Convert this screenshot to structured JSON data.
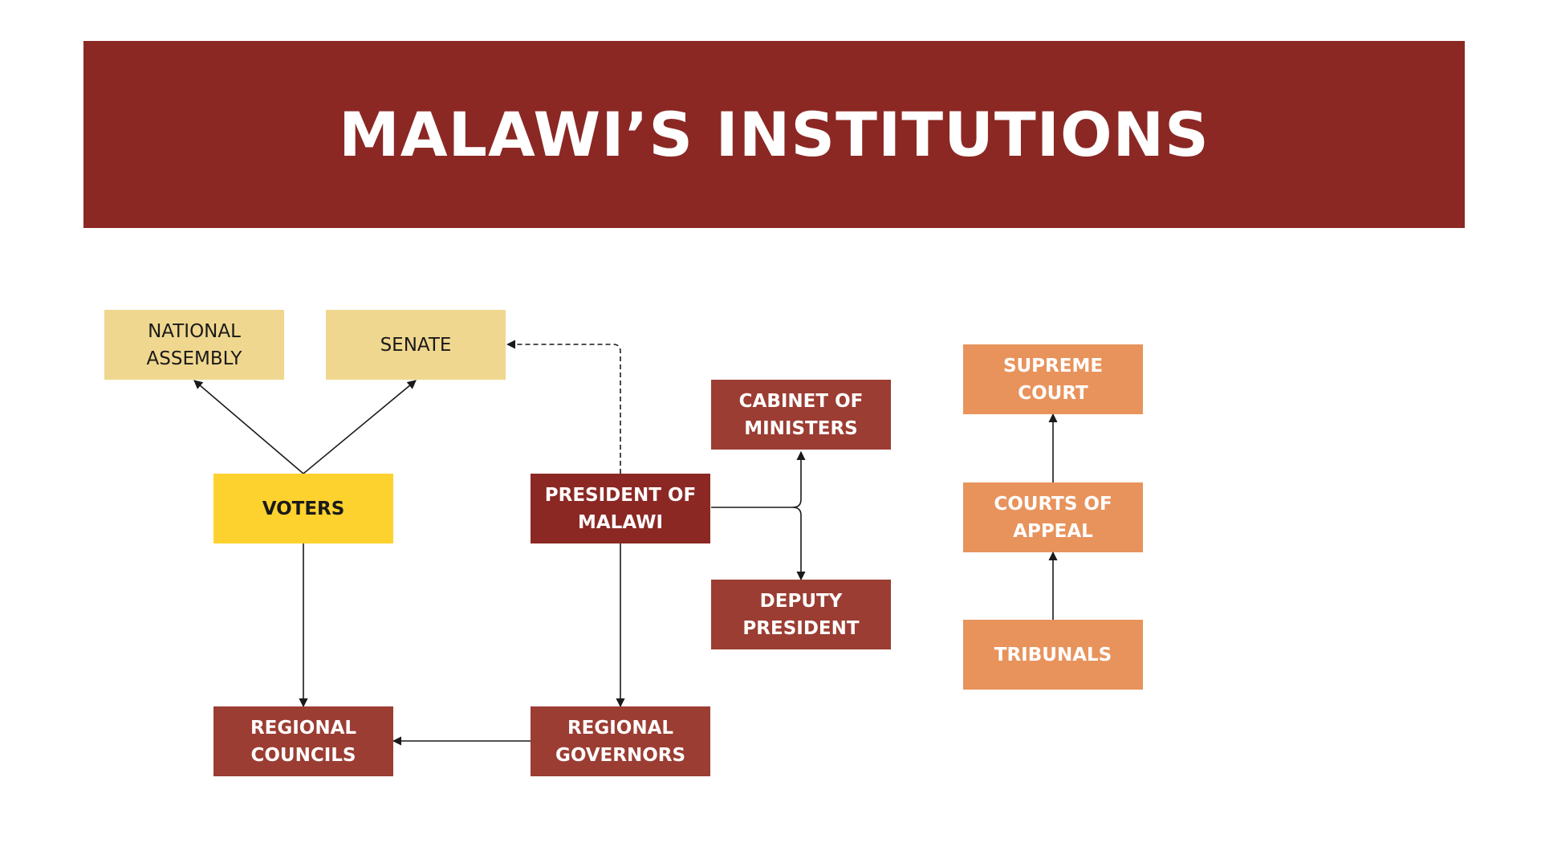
{
  "title": "MALAWI’S INSTITUTIONS",
  "nodes": {
    "national_assembly": "NATIONAL\nASSEMBLY",
    "senate": "SENATE",
    "voters": "VOTERS",
    "president": "PRESIDENT OF\nMALAWI",
    "cabinet": "CABINET OF\nMINISTERS",
    "deputy_president": "DEPUTY\nPRESIDENT",
    "regional_councils": "REGIONAL\nCOUNCILS",
    "regional_governors": "REGIONAL\nGOVERNORS",
    "supreme_court": "SUPREME COURT",
    "courts_of_appeal": "COURTS OF\nAPPEAL",
    "tribunals": "TRIBUNALS"
  },
  "colors": {
    "banner": "#8b2824",
    "legislature": "#f0d78f",
    "voters": "#fed22e",
    "president": "#8b2824",
    "executive": "#9b3d33",
    "judiciary": "#e8935c",
    "connector": "#1a1a1a"
  },
  "edges": [
    {
      "from": "voters",
      "to": "national_assembly",
      "style": "solid"
    },
    {
      "from": "voters",
      "to": "senate",
      "style": "solid"
    },
    {
      "from": "president",
      "to": "senate",
      "style": "dashed"
    },
    {
      "from": "president",
      "to": "cabinet",
      "style": "solid"
    },
    {
      "from": "president",
      "to": "deputy_president",
      "style": "solid"
    },
    {
      "from": "president",
      "to": "regional_governors",
      "style": "solid"
    },
    {
      "from": "voters",
      "to": "regional_councils",
      "style": "solid"
    },
    {
      "from": "regional_governors",
      "to": "regional_councils",
      "style": "solid"
    },
    {
      "from": "tribunals",
      "to": "courts_of_appeal",
      "style": "solid"
    },
    {
      "from": "courts_of_appeal",
      "to": "supreme_court",
      "style": "solid"
    }
  ]
}
